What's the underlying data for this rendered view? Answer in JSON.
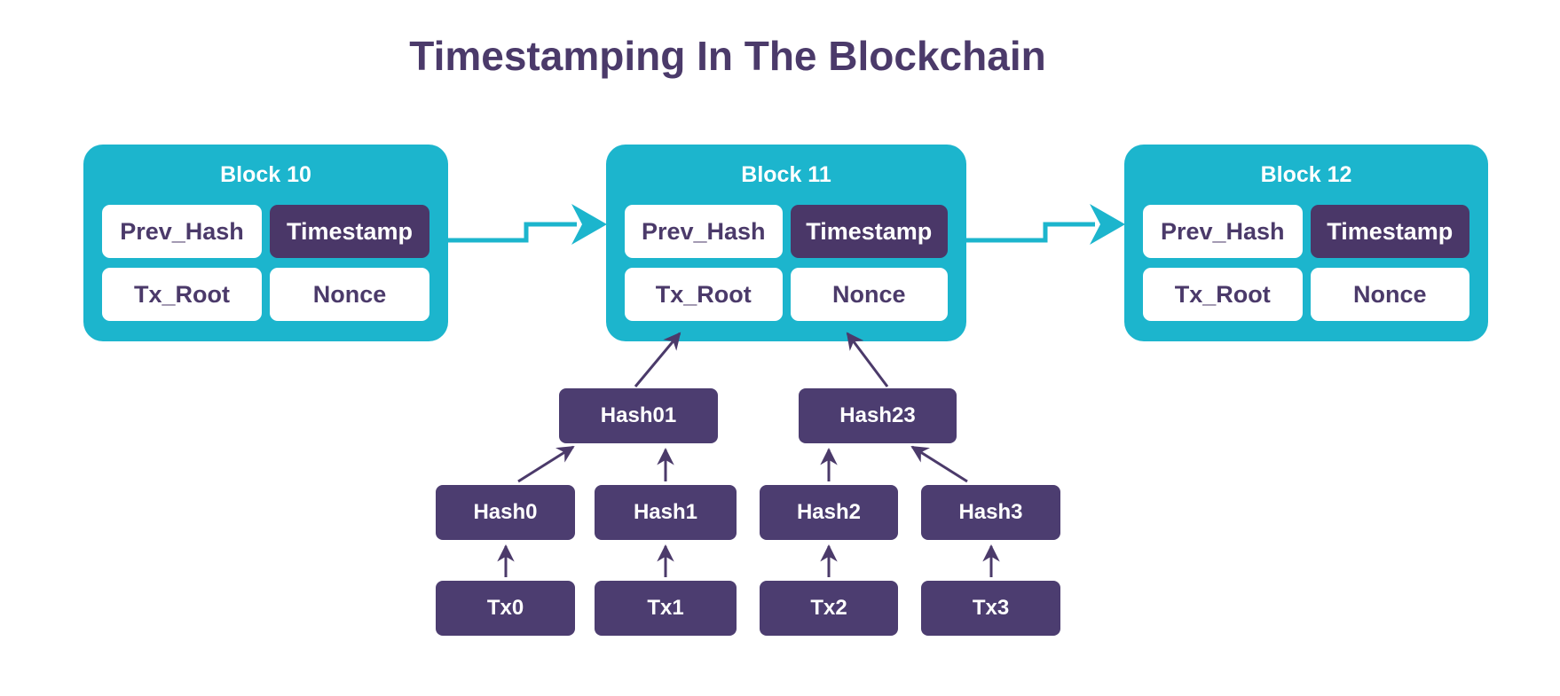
{
  "title": "Timestamping In The Blockchain",
  "colors": {
    "teal_accent": "#1cb5cd",
    "purple_dark": "#4a3768",
    "purple_node": "#4c3d70",
    "text_on_light": "#4b3a6a",
    "background": "#ffffff"
  },
  "blocks": [
    {
      "title": "Block 10",
      "cells": [
        {
          "label": "Prev_Hash",
          "variant": "light"
        },
        {
          "label": "Timestamp",
          "variant": "dark"
        },
        {
          "label": "Tx_Root",
          "variant": "light"
        },
        {
          "label": "Nonce",
          "variant": "light"
        }
      ]
    },
    {
      "title": "Block 11",
      "cells": [
        {
          "label": "Prev_Hash",
          "variant": "light"
        },
        {
          "label": "Timestamp",
          "variant": "dark"
        },
        {
          "label": "Tx_Root",
          "variant": "light"
        },
        {
          "label": "Nonce",
          "variant": "light"
        }
      ]
    },
    {
      "title": "Block 12",
      "cells": [
        {
          "label": "Prev_Hash",
          "variant": "light"
        },
        {
          "label": "Timestamp",
          "variant": "dark"
        },
        {
          "label": "Tx_Root",
          "variant": "light"
        },
        {
          "label": "Nonce",
          "variant": "light"
        }
      ]
    }
  ],
  "merkle_tree": {
    "parents": [
      {
        "label": "Hash01"
      },
      {
        "label": "Hash23"
      }
    ],
    "hashes": [
      {
        "label": "Hash0"
      },
      {
        "label": "Hash1"
      },
      {
        "label": "Hash2"
      },
      {
        "label": "Hash3"
      }
    ],
    "transactions": [
      {
        "label": "Tx0"
      },
      {
        "label": "Tx1"
      },
      {
        "label": "Tx2"
      },
      {
        "label": "Tx3"
      }
    ]
  },
  "edges": [
    {
      "from": "Block 10",
      "to": "Block 11"
    },
    {
      "from": "Block 11",
      "to": "Block 12"
    },
    {
      "from": "Hash01",
      "to": "Block 11 Tx_Root"
    },
    {
      "from": "Hash23",
      "to": "Block 11 Nonce"
    },
    {
      "from": "Hash0",
      "to": "Hash01"
    },
    {
      "from": "Hash1",
      "to": "Hash01"
    },
    {
      "from": "Hash2",
      "to": "Hash23"
    },
    {
      "from": "Hash3",
      "to": "Hash23"
    },
    {
      "from": "Tx0",
      "to": "Hash0"
    },
    {
      "from": "Tx1",
      "to": "Hash1"
    },
    {
      "from": "Tx2",
      "to": "Hash2"
    },
    {
      "from": "Tx3",
      "to": "Hash3"
    }
  ]
}
